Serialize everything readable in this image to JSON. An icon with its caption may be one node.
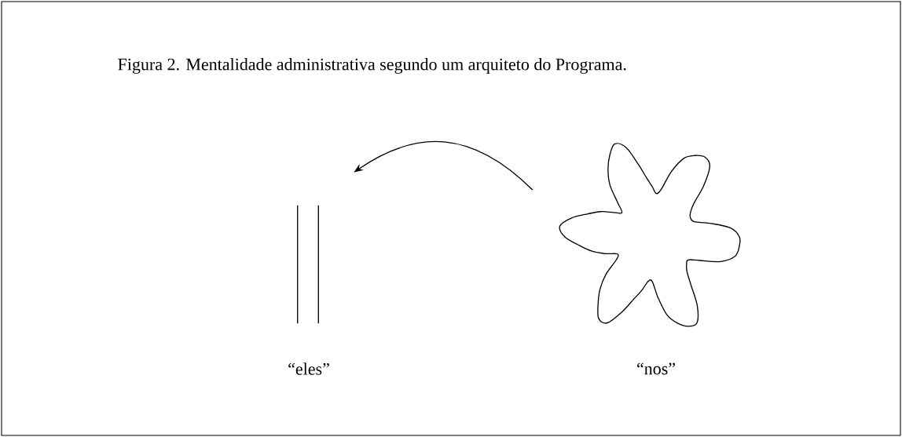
{
  "diagram": {
    "title": "Figura 2. Mentalidade administrativa segundo um arquiteto do Programa.",
    "nodes": [
      {
        "text": [],
        "shape": "bar",
        "beside": [
          "“eles”"
        ]
      },
      {
        "text": [],
        "shape": "cloud",
        "beside": [
          "“nos”"
        ]
      }
    ],
    "edges": [
      {
        "from": 1,
        "to": 0,
        "arrow": "to"
      }
    ]
  }
}
